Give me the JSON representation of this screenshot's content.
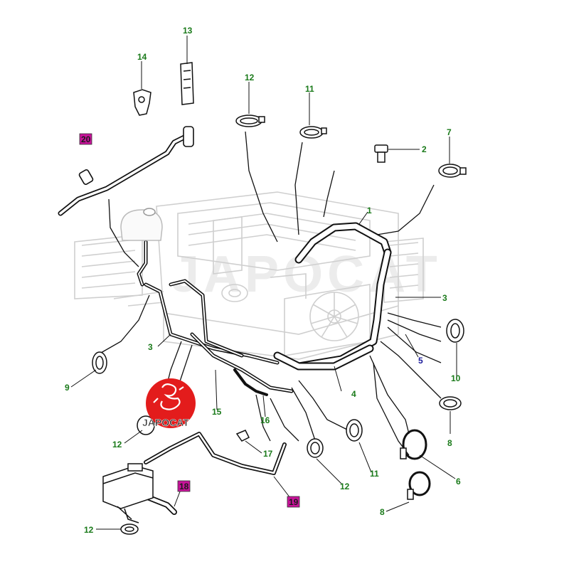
{
  "diagram": {
    "callouts": [
      {
        "id": "c1",
        "text": "1"
      },
      {
        "id": "c2",
        "text": "2"
      },
      {
        "id": "c3a",
        "text": "3"
      },
      {
        "id": "c3b",
        "text": "3"
      },
      {
        "id": "c4",
        "text": "4"
      },
      {
        "id": "c5",
        "text": "5"
      },
      {
        "id": "c6",
        "text": "6"
      },
      {
        "id": "c7",
        "text": "7"
      },
      {
        "id": "c8a",
        "text": "8"
      },
      {
        "id": "c8b",
        "text": "8"
      },
      {
        "id": "c9",
        "text": "9"
      },
      {
        "id": "c10",
        "text": "10"
      },
      {
        "id": "c11a",
        "text": "11"
      },
      {
        "id": "c11b",
        "text": "11"
      },
      {
        "id": "c12a",
        "text": "12"
      },
      {
        "id": "c12b",
        "text": "12"
      },
      {
        "id": "c12c",
        "text": "12"
      },
      {
        "id": "c12d",
        "text": "12"
      },
      {
        "id": "c13",
        "text": "13"
      },
      {
        "id": "c14",
        "text": "14"
      },
      {
        "id": "c15",
        "text": "15"
      },
      {
        "id": "c16",
        "text": "16"
      },
      {
        "id": "c17",
        "text": "17"
      },
      {
        "id": "c18",
        "text": "18"
      },
      {
        "id": "c19",
        "text": "19"
      },
      {
        "id": "c20",
        "text": "20"
      }
    ],
    "callout_color": "#1a7a1a",
    "special_callout_color": "#1a1a9a",
    "highlight_color": "#c8139a"
  },
  "watermark": {
    "logo_text": "JAPOCAT",
    "logo_color": "#e31c1c",
    "background_text": "JAPOCAT"
  }
}
